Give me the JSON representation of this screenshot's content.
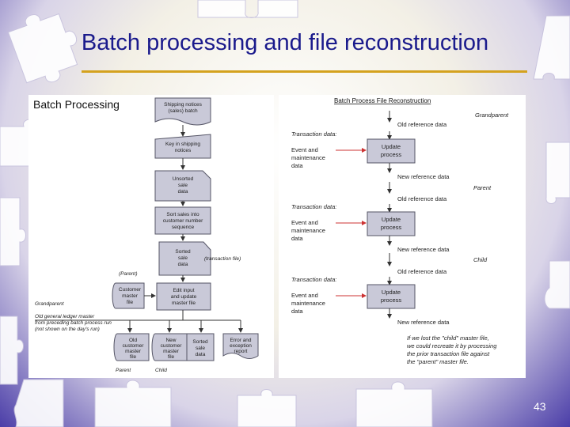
{
  "slide": {
    "title": "Batch processing and file reconstruction",
    "page_number": "43",
    "left_label": "Batch Processing"
  },
  "batch": {
    "steps": [
      [
        "Shipping notices",
        "(sales) batch"
      ],
      [
        "Key in shipping",
        "notices"
      ],
      [
        "Unsorted",
        "sale",
        "data"
      ],
      [
        "Sort sales into",
        "customer number",
        "sequence"
      ],
      [
        "Sorted",
        "sale",
        "data"
      ],
      [
        "Edit input",
        "and update",
        "master file"
      ]
    ],
    "transaction_file": "(transaction file)",
    "parent": "(Parent)",
    "customer_master": [
      "Customer",
      "master",
      "file"
    ],
    "grandparent": "Grandparent",
    "grandparent_note": [
      "Old general ledger master",
      "from preceding batch process run",
      "(not shown on the day's run)"
    ],
    "outputs": [
      [
        "Old",
        "customer",
        "master",
        "file"
      ],
      [
        "New",
        "customer",
        "master",
        "file"
      ],
      [
        "Sorted",
        "sale",
        "data"
      ],
      [
        "Error and",
        "exception",
        "report"
      ]
    ],
    "parent_bottom": "Parent",
    "child_bottom": "Child"
  },
  "reconstruction": {
    "title": "Batch Process File Reconstruction",
    "generations": [
      "Grandparent",
      "Parent",
      "Child"
    ],
    "transaction_label": "Transaction data:",
    "event_label": [
      "Event and",
      "maintenance",
      "data"
    ],
    "update_label": [
      "Update",
      "process"
    ],
    "old_ref": "Old reference data",
    "new_ref": "New reference data",
    "note": [
      "If we lost the \"child\" master file,",
      "we could recreate it by processing",
      "the prior transaction file against",
      "the \"parent\" master file."
    ]
  },
  "colors": {
    "title": "#1a1a8c",
    "rule": "#d4a21e",
    "box": "#c9c9d8",
    "box_stroke": "#555566",
    "arrow": "#cc3333"
  }
}
